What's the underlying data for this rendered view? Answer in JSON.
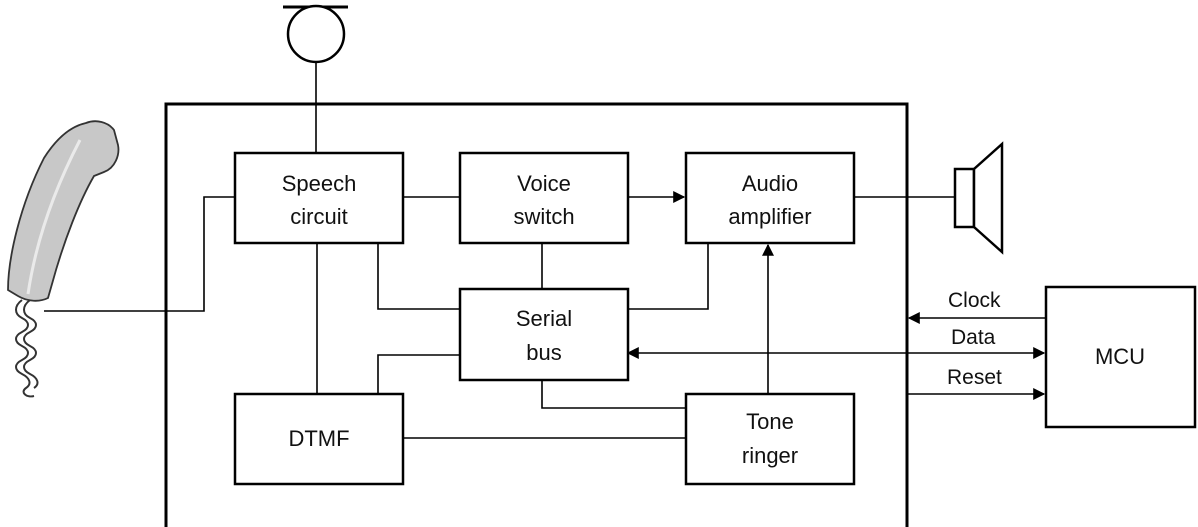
{
  "blocks": {
    "speech_circuit": [
      "Speech",
      "circuit"
    ],
    "voice_switch": [
      "Voice",
      "switch"
    ],
    "audio_amplifier": [
      "Audio",
      "amplifier"
    ],
    "serial_bus": [
      "Serial",
      "bus"
    ],
    "dtmf": "DTMF",
    "tone_ringer": [
      "Tone",
      "ringer"
    ],
    "mcu": "MCU"
  },
  "signals": {
    "clock": "Clock",
    "data": "Data",
    "reset": "Reset"
  },
  "colors": {
    "handset_fill": "#c8c8c8",
    "line": "#000000"
  },
  "icons": [
    "microphone-icon",
    "handset-icon",
    "speaker-icon"
  ]
}
